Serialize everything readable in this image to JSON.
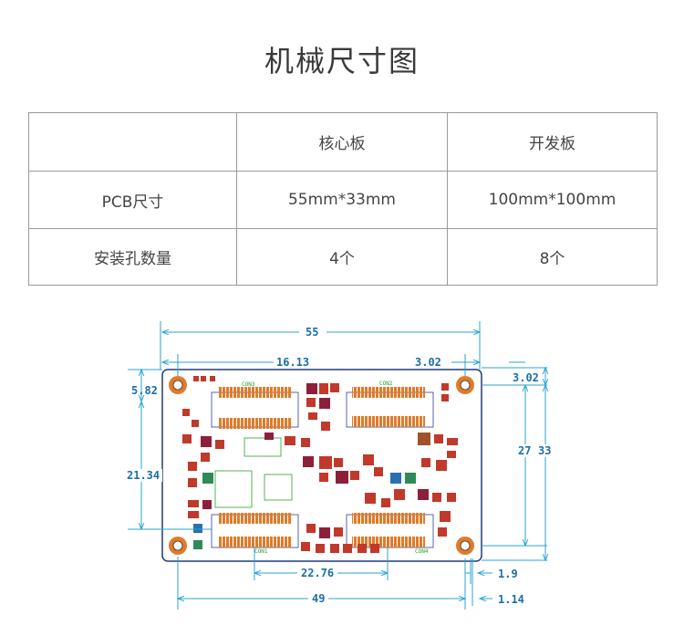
{
  "title": "机械尺寸图",
  "table": {
    "header": [
      "",
      "核心板",
      "开发板"
    ],
    "rows": [
      [
        "PCB尺寸",
        "55mm*33mm",
        "100mm*100mm"
      ],
      [
        "安装孔数量",
        "4个",
        "8个"
      ]
    ]
  },
  "drawing": {
    "dimensions": {
      "board_width": "55",
      "left_hole_x": "16.13",
      "right_hole_inset": "3.02",
      "right_hole_top": "3.02",
      "board_height": "33",
      "right_inner": "27",
      "left_top": "5.82",
      "left_height": "21.34",
      "bottom_span": "22.76",
      "bottom_small_a": "1.9",
      "bottom_total": "49",
      "bottom_small_b": "1.14"
    },
    "silk_labels": {
      "con3": "CON3",
      "con2": "CON2",
      "con1": "CON1",
      "con4": "CON4"
    },
    "colors": {
      "board": "#ffffff",
      "outline": "#1f3b7a",
      "connector": "#e07b2a",
      "silk": "#2ca02c",
      "dim_line": "#29a3d6",
      "dim_text": "#1b6fa6",
      "pad": "#c0392b"
    }
  }
}
